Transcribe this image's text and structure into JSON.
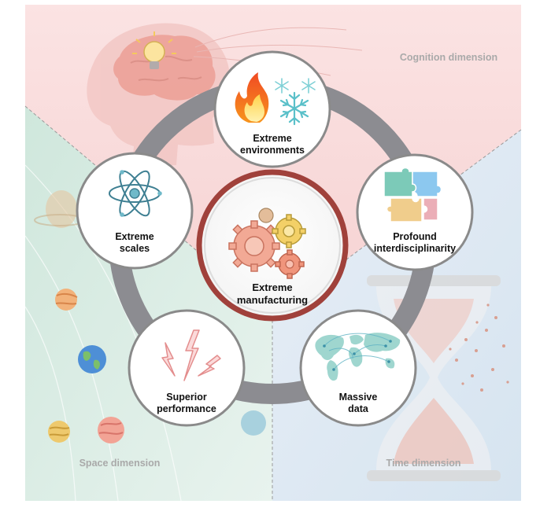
{
  "dimensions": {
    "cognition": "Cognition dimension",
    "space": "Space dimension",
    "time": "Time dimension"
  },
  "center": {
    "line1": "Extreme",
    "line2": "manufacturing"
  },
  "nodes": {
    "environments": {
      "line1": "Extreme",
      "line2": "environments",
      "icon": "fire-snowflake-icon"
    },
    "interdisciplinarity": {
      "line1": "Profound",
      "line2": "interdisciplinarity",
      "icon": "puzzle-icon"
    },
    "data": {
      "line1": "Massive",
      "line2": "data",
      "icon": "world-map-network-icon"
    },
    "performance": {
      "line1": "Superior",
      "line2": "performance",
      "icon": "lightning-icon"
    },
    "scales": {
      "line1": "Extreme",
      "line2": "scales",
      "icon": "atom-icon"
    }
  },
  "colors": {
    "cognition_bg": "#f9dcdc",
    "space_bg": "#d9ece4",
    "time_bg": "#dde8f1",
    "ring": "#8c8c91",
    "center_border": "#a0413b"
  }
}
